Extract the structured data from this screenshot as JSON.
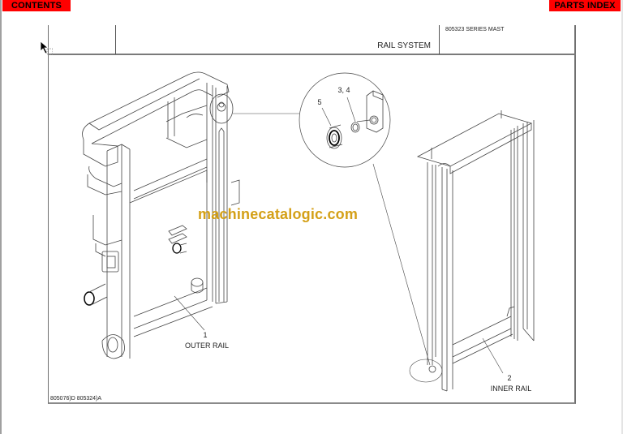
{
  "nav": {
    "contents_label": "CONTENTS",
    "parts_index_label": "PARTS INDEX",
    "button_color": "#ff0000"
  },
  "title_block": {
    "title": "RAIL SYSTEM",
    "series": "805323 SERIES MAST",
    "drawing_numbers": "805076)D  805324)A"
  },
  "callouts": {
    "outer_rail_number": "1",
    "outer_rail_label": "OUTER RAIL",
    "inner_rail_number": "2",
    "inner_rail_label": "INNER RAIL",
    "washer_number": "3, 4",
    "roller_number": "5"
  },
  "watermark": {
    "text": "machinecatalogic.com",
    "color": "#d4a017"
  }
}
